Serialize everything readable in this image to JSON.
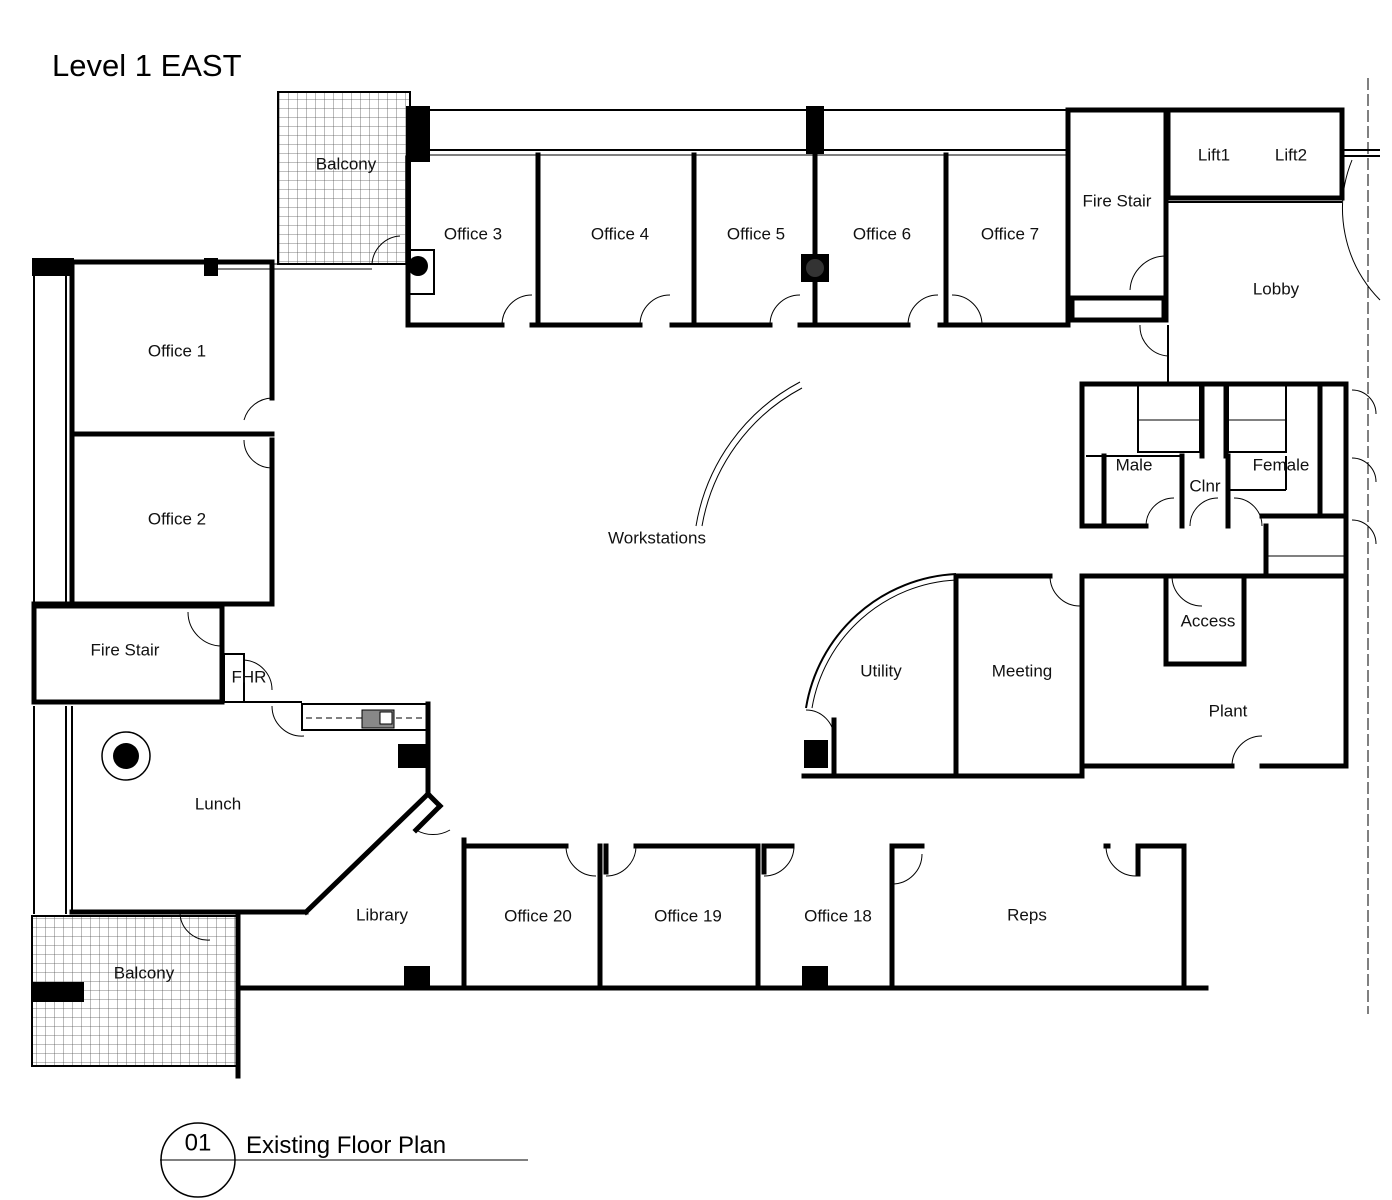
{
  "title": "Level 1 EAST",
  "legend": {
    "number": "01",
    "label": "Existing Floor Plan"
  },
  "rooms": {
    "balcony_top": "Balcony",
    "office3": "Office 3",
    "office4": "Office 4",
    "office5": "Office 5",
    "office6": "Office 6",
    "office7": "Office 7",
    "fire_stair_top": "Fire Stair",
    "lift1": "Lift1",
    "lift2": "Lift2",
    "lobby": "Lobby",
    "office1": "Office 1",
    "office2": "Office 2",
    "workstations": "Workstations",
    "male": "Male",
    "clnr": "Clnr",
    "female": "Female",
    "fire_stair_left": "Fire Stair",
    "fhr": "FHR",
    "utility": "Utility",
    "meeting": "Meeting",
    "access": "Access",
    "plant": "Plant",
    "lunch": "Lunch",
    "library": "Library",
    "office20": "Office 20",
    "office19": "Office 19",
    "office18": "Office 18",
    "reps": "Reps",
    "balcony_bottom": "Balcony"
  }
}
